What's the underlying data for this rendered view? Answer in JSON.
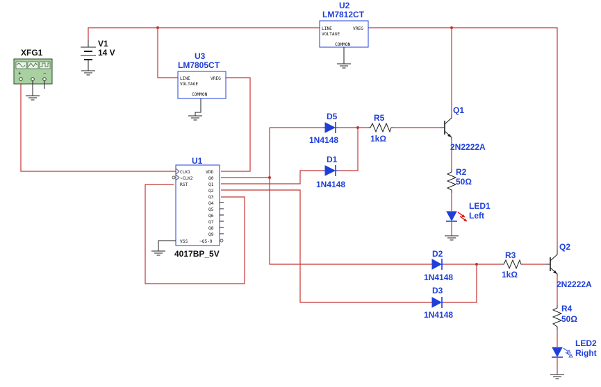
{
  "colors": {
    "wire": "#c43434",
    "component": "#1f3fd8",
    "ink": "#111111",
    "xfg_body": "#a8d0a0",
    "arrow": "#e02020"
  },
  "xfg1": {
    "label": "XFG1",
    "terminals": [
      "+",
      "",
      "−"
    ]
  },
  "v1": {
    "ref": "V1",
    "value": "14 V"
  },
  "u2": {
    "ref": "U2",
    "part": "LM7812CT",
    "pins": {
      "in1": "LINE",
      "in2": "VOLTAGE",
      "out": "VREG",
      "common": "COMMON"
    }
  },
  "u3": {
    "ref": "U3",
    "part": "LM7805CT",
    "pins": {
      "in1": "LINE",
      "in2": "VOLTAGE",
      "out": "VREG",
      "common": "COMMON"
    }
  },
  "u1": {
    "ref": "U1",
    "part": "4017BP_5V",
    "left_pins": [
      "CLK1",
      "~CLK2",
      "RST",
      "VSS"
    ],
    "right_pins": [
      "VDD",
      "Q0",
      "Q1",
      "Q2",
      "Q3",
      "Q4",
      "Q5",
      "Q6",
      "Q7",
      "Q8",
      "Q9",
      "~Q5-9"
    ]
  },
  "diodes": {
    "d5": {
      "ref": "D5",
      "part": "1N4148"
    },
    "d1": {
      "ref": "D1",
      "part": "1N4148"
    },
    "d2": {
      "ref": "D2",
      "part": "1N4148"
    },
    "d3": {
      "ref": "D3",
      "part": "1N4148"
    }
  },
  "resistors": {
    "r5": {
      "ref": "R5",
      "value": "1kΩ"
    },
    "r2": {
      "ref": "R2",
      "value": "50Ω"
    },
    "r3": {
      "ref": "R3",
      "value": "1kΩ"
    },
    "r4": {
      "ref": "R4",
      "value": "50Ω"
    }
  },
  "transistors": {
    "q1": {
      "ref": "Q1",
      "part": "2N2222A"
    },
    "q2": {
      "ref": "Q2",
      "part": "2N2222A"
    }
  },
  "leds": {
    "led1": {
      "ref": "LED1",
      "name": "Left"
    },
    "led2": {
      "ref": "LED2",
      "name": "Right"
    }
  }
}
